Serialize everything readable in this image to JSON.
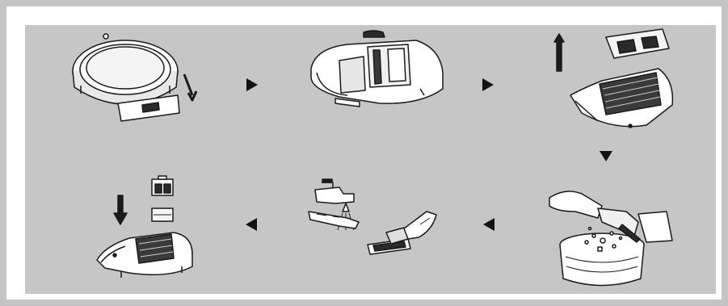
{
  "figure": {
    "background_color": "#c6c6c6",
    "frame_color": "#c4c4c4",
    "line_color": "#1a1a1a",
    "fill_color": "#ffffff"
  },
  "steps": [
    {
      "id": 1,
      "icon": "robot-vacuum-dustbin-removal-icon"
    },
    {
      "id": 2,
      "icon": "dustbin-unlatch-icon"
    },
    {
      "id": 3,
      "icon": "filter-lift-out-icon"
    },
    {
      "id": 4,
      "icon": "empty-dust-into-bin-icon"
    },
    {
      "id": 5,
      "icon": "wash-dustbin-and-brush-filter-icon"
    },
    {
      "id": 6,
      "icon": "reinsert-filter-icon"
    }
  ],
  "flow_arrows": [
    {
      "from": 1,
      "to": 2,
      "direction": "right"
    },
    {
      "from": 2,
      "to": 3,
      "direction": "right"
    },
    {
      "from": 3,
      "to": 4,
      "direction": "down"
    },
    {
      "from": 4,
      "to": 5,
      "direction": "left"
    },
    {
      "from": 5,
      "to": 6,
      "direction": "left"
    }
  ]
}
